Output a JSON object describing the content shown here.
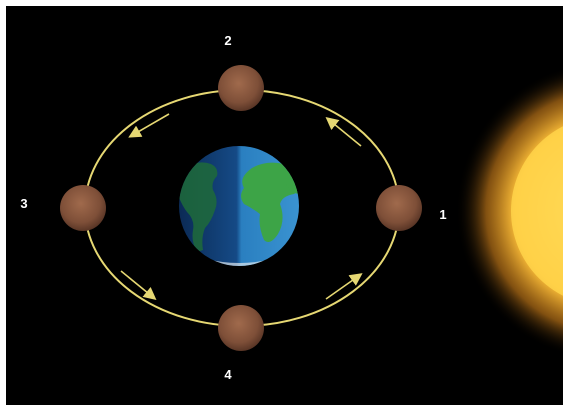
{
  "diagram": {
    "colors": {
      "background": "#000000",
      "orbit": "#e6d873",
      "arrow": "#e6d873",
      "moon": "#8a5a43",
      "sun": "#ffd34a",
      "ocean": "#1f6fa8",
      "land": "#3a9a3e"
    },
    "positions": [
      {
        "label": "1",
        "icon": "moon-icon"
      },
      {
        "label": "2",
        "icon": "moon-icon"
      },
      {
        "label": "3",
        "icon": "moon-icon"
      },
      {
        "label": "4",
        "icon": "moon-icon"
      }
    ],
    "center_body": "earth-icon",
    "light_source": "sun-icon",
    "orbit_direction": "counterclockwise"
  }
}
